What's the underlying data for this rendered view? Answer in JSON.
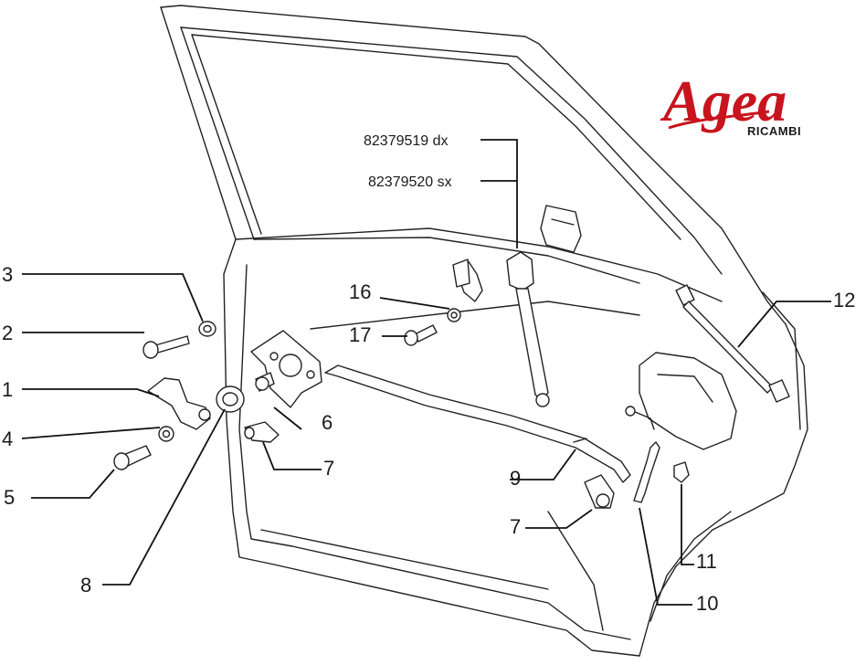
{
  "logo": {
    "word": "Agea",
    "sub": "RICAMBI",
    "color": "#c8141e"
  },
  "part_numbers": {
    "right": "82379519 dx",
    "left": "82379520 sx"
  },
  "callouts": [
    "1",
    "2",
    "3",
    "4",
    "5",
    "6",
    "7",
    "7",
    "8",
    "9",
    "10",
    "11",
    "12",
    "16",
    "17"
  ]
}
